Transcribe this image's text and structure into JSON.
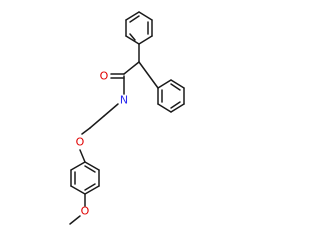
{
  "colors": {
    "carbon_bond": "#1a1a1a",
    "oxygen": "#e00000",
    "nitrogen": "#2a2aee",
    "background": "#ffffff"
  },
  "atoms": {
    "carbonyl_oxygen": "O",
    "amide_nitrogen": "N",
    "ether_oxygen": "O",
    "methoxy_oxygen": "O"
  }
}
